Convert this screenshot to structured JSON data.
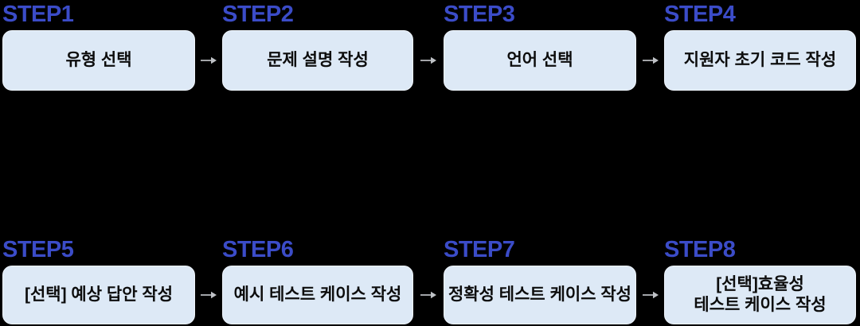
{
  "diagram": {
    "description": "8-step process flow",
    "rows": [
      {
        "steps": [
          {
            "label": "STEP1",
            "title": "유형 선택"
          },
          {
            "label": "STEP2",
            "title": "문제 설명 작성"
          },
          {
            "label": "STEP3",
            "title": "언어 선택"
          },
          {
            "label": "STEP4",
            "title": "지원자 초기 코드 작성"
          }
        ]
      },
      {
        "steps": [
          {
            "label": "STEP5",
            "title": "[선택] 예상 답안 작성"
          },
          {
            "label": "STEP6",
            "title": "예시 테스트 케이스 작성"
          },
          {
            "label": "STEP7",
            "title": "정확성 테스트 케이스 작성"
          },
          {
            "label": "STEP8",
            "title": "[선택]효율성\n테스트 케이스 작성"
          }
        ]
      }
    ]
  },
  "icons": {
    "connector": "arrow-right"
  },
  "colors": {
    "bg": "#000000",
    "step_label": "#3b4cc8",
    "box_bg": "#dde9f6",
    "box_border": "#eef4fb",
    "box_text": "#0d0d0d",
    "arrow": "#bfc2c6"
  }
}
